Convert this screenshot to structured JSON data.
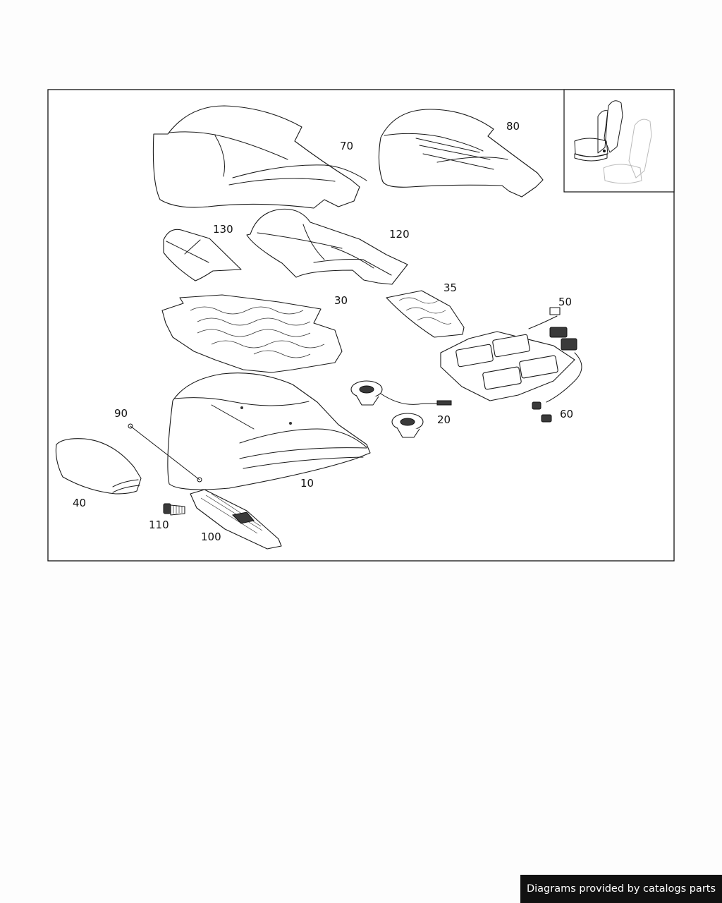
{
  "callouts": {
    "c10": "10",
    "c20": "20",
    "c30": "30",
    "c35": "35",
    "c40": "40",
    "c50": "50",
    "c60": "60",
    "c70": "70",
    "c80": "80",
    "c90": "90",
    "c100": "100",
    "c110": "110",
    "c120": "120",
    "c130": "130"
  },
  "footer": {
    "text": "Diagrams provided by catalogs parts"
  }
}
